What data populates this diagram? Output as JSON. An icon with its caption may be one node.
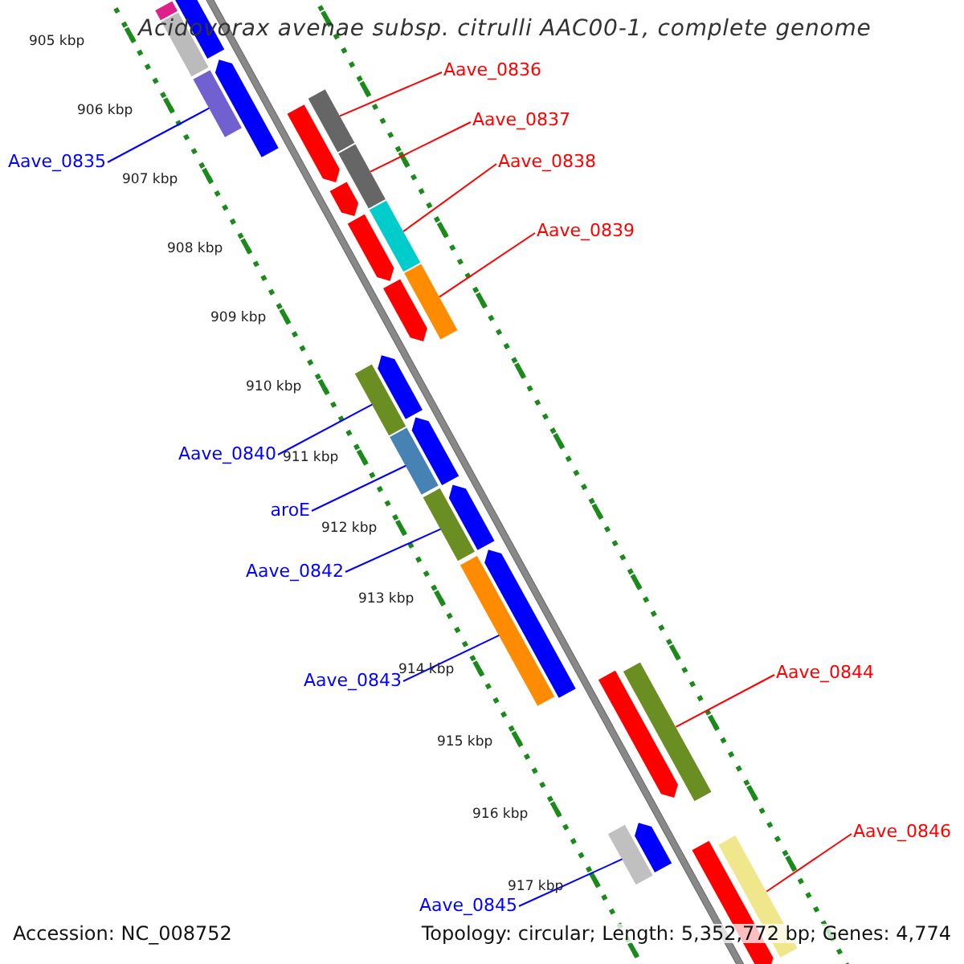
{
  "diagram": {
    "title": "Acidovorax avenae subsp. citrulli AAC00-1, complete genome",
    "nodes": [
      {
        "text": [
          "Aave_0836"
        ]
      },
      {
        "text": [
          "Aave_0837"
        ]
      },
      {
        "text": [
          "Aave_0835"
        ]
      },
      {
        "text": [
          "Aave_0838"
        ]
      },
      {
        "text": [
          "Aave_0839"
        ]
      },
      {
        "text": [
          "Aave_0840"
        ]
      },
      {
        "text": [
          "aroE"
        ]
      },
      {
        "text": [
          "Aave_0842"
        ]
      },
      {
        "text": [
          "Aave_0844"
        ]
      },
      {
        "text": [
          "Aave_0843"
        ]
      },
      {
        "text": [
          "Aave_0846"
        ]
      },
      {
        "text": [
          "Aave_0845"
        ]
      },
      {
        "text": [],
        "shape": "bar"
      },
      {
        "text": [],
        "shape": "bar"
      },
      {
        "text": [],
        "shape": "bar"
      },
      {
        "text": [],
        "shape": "bar"
      },
      {
        "text": [],
        "shape": "bar"
      },
      {
        "text": [],
        "shape": "bar"
      },
      {
        "text": [],
        "shape": "bar"
      },
      {
        "text": [],
        "shape": "bar"
      },
      {
        "text": [],
        "shape": "bar"
      },
      {
        "text": [],
        "shape": "bar"
      },
      {
        "text": [],
        "shape": "bar"
      },
      {
        "text": [],
        "shape": "bar"
      },
      {
        "text": [],
        "shape": "bar"
      },
      {
        "text": [],
        "shape": "bar"
      },
      {
        "text": [],
        "shape": "arrow"
      },
      {
        "text": [],
        "shape": "arrow"
      },
      {
        "text": [],
        "shape": "arrow"
      },
      {
        "text": [],
        "shape": "arrow"
      },
      {
        "text": [],
        "shape": "arrow"
      },
      {
        "text": [],
        "shape": "arrow"
      },
      {
        "text": [],
        "shape": "arrow"
      },
      {
        "text": [],
        "shape": "arrow"
      },
      {
        "text": [],
        "shape": "arrow"
      },
      {
        "text": [],
        "shape": "arrow"
      },
      {
        "text": [],
        "shape": "arrow"
      },
      {
        "text": [],
        "shape": "arrow"
      },
      {
        "text": [],
        "shape": "arrow"
      }
    ],
    "edges": [
      {
        "from": 0,
        "to": 12,
        "arrow": "none",
        "color": "#ff0000"
      },
      {
        "from": 1,
        "to": 13,
        "arrow": "none",
        "color": "#ff0000"
      },
      {
        "from": 2,
        "to": 14,
        "arrow": "none",
        "color": "#0000ff"
      },
      {
        "from": 3,
        "to": 15,
        "arrow": "none",
        "color": "#ff0000"
      },
      {
        "from": 4,
        "to": 16,
        "arrow": "none",
        "color": "#ff0000"
      },
      {
        "from": 5,
        "to": 17,
        "arrow": "none",
        "color": "#0000ff"
      },
      {
        "from": 6,
        "to": 18,
        "arrow": "none",
        "color": "#0000ff"
      },
      {
        "from": 7,
        "to": 19,
        "arrow": "none",
        "color": "#0000ff"
      },
      {
        "from": 8,
        "to": 20,
        "arrow": "none",
        "color": "#ff0000"
      },
      {
        "from": 9,
        "to": 21,
        "arrow": "none",
        "color": "#0000ff"
      },
      {
        "from": 10,
        "to": 22,
        "arrow": "none",
        "color": "#ff0000"
      },
      {
        "from": 11,
        "to": 23,
        "arrow": "none",
        "color": "#0000ff"
      }
    ],
    "labels": [
      "905 kbp",
      "906 kbp",
      "907 kbp",
      "908 kbp",
      "909 kbp",
      "910 kbp",
      "911 kbp",
      "912 kbp",
      "913 kbp",
      "914 kbp",
      "915 kbp",
      "916 kbp",
      "917 kbp",
      "Accession: NC_008752",
      "Topology: circular; Length: 5,352,772 bp; Genes: 4,774"
    ]
  }
}
